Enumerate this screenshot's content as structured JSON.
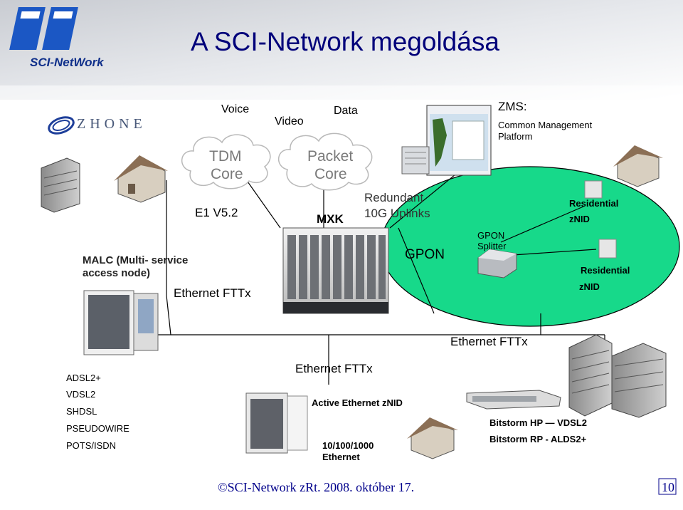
{
  "title": "A SCI-Network megoldása",
  "logos": {
    "sci": "SCI-NetWork",
    "zhone": "ZHONE"
  },
  "core": {
    "voice": "Voice",
    "video": "Video",
    "data": "Data",
    "tdm_line1": "TDM",
    "tdm_line2": "Core",
    "packet_line1": "Packet",
    "packet_line2": "Core"
  },
  "zms": {
    "title": "ZMS:",
    "line1": "Common Management",
    "line2": "Platform"
  },
  "labels": {
    "e1": "E1 V5.2",
    "mxk": "MXK",
    "uplinks_line1": "Redundant",
    "uplinks_line2": "10G Uplinks",
    "gpon": "GPON",
    "splitter_line1": "GPON",
    "splitter_line2": "Splitter",
    "residential1": "Residential",
    "znid1": "zNID",
    "residential2": "Residential",
    "znid2": "zNID",
    "malc_line1": "MALC (Multi- service",
    "malc_line2": "access node)",
    "eth_fttx_left": "Ethernet FTTx",
    "eth_fttx_right": "Ethernet FTTx",
    "eth_fttx_bottom": "Ethernet FTTx",
    "active_eth": "Active Ethernet zNID",
    "eth_1000_line1": "10/100/1000",
    "eth_1000_line2": "Ethernet",
    "bitstorm1": "Bitstorm HP — VDSL2",
    "bitstorm2": "Bitstorm RP - ALDS2+"
  },
  "dsl_list": [
    "ADSL2+",
    "VDSL2",
    "SHDSL",
    "PSEUDOWIRE",
    "POTS/ISDN"
  ],
  "footer": {
    "copyright": "©SCI-Network zRt. 2008. október 17.",
    "page": "10"
  },
  "colors": {
    "gpon_area": "#17d98a",
    "title": "#00007a",
    "footer_box": "#00008b"
  }
}
